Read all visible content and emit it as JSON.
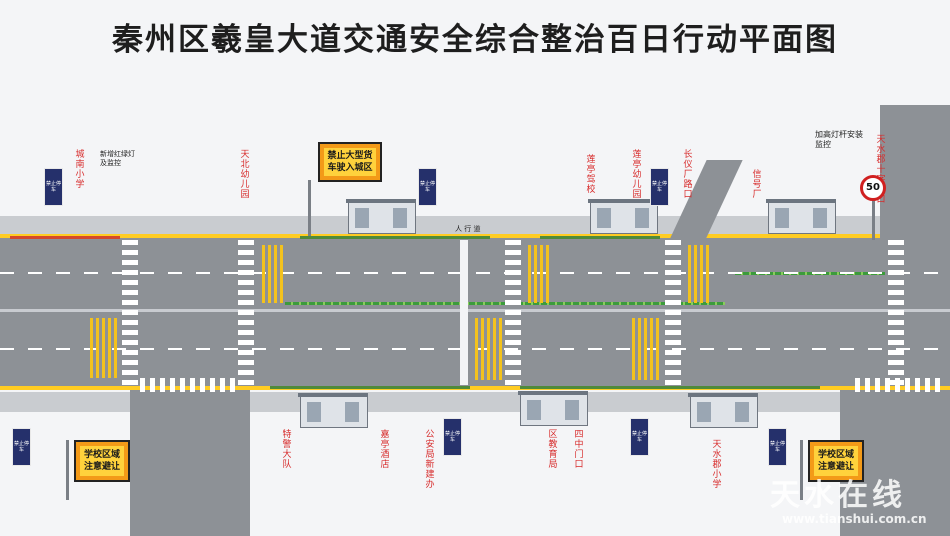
{
  "title": "秦州区羲皇大道交通安全综合整治百日行动平面图",
  "labels": {
    "chengnan_school": "城南小学",
    "new_light": "新增红绿灯及监控",
    "tianbei_kindergarten": "天北幼儿园",
    "lianting_school": "莲亭驾校",
    "lianting_kindergarten": "莲亭幼儿园",
    "changyi_factory": "长仪厂路口",
    "xinhao_factory": "信号厂",
    "raise_pole": "加高灯杆安装监控",
    "tianshuijun_cross": "天水郡十字路口",
    "traffic_police": "特警大队",
    "jiating_hotel": "嘉亭酒店",
    "police_new_office": "公安局新建办",
    "education_bureau": "区教育局",
    "four_middle_gate": "四中门口",
    "tianshuijun_primary": "天水郡小学",
    "renxingdao": "人 行 道"
  },
  "signs": {
    "no_trucks_line1": "禁止大型货",
    "no_trucks_line2": "车驶入城区",
    "school_zone_line1": "学校区域",
    "school_zone_line2": "注意避让",
    "speed_limit": "50",
    "stop_sign": "禁止停车"
  },
  "watermark": {
    "brand": "天水在线",
    "url": "www.tianshui.com.cn"
  }
}
